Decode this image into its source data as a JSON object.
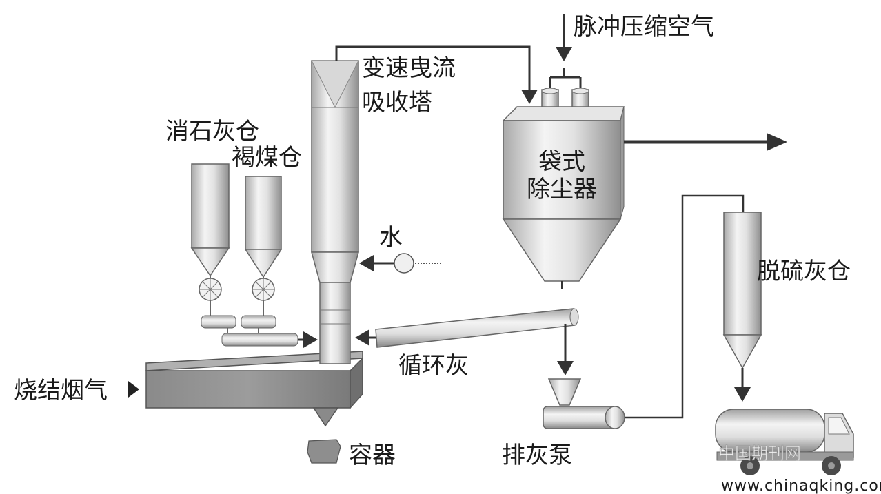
{
  "labels": {
    "absorber": [
      "变速曳流",
      "吸收塔"
    ],
    "pulse_air": "脉冲压缩空气",
    "lime_silo": "消石灰仓",
    "lignite_silo": "褐煤仓",
    "bag_filter": [
      "袋式",
      "除尘器"
    ],
    "water": "水",
    "desulf_ash_silo": "脱硫灰仓",
    "recycle_ash": "循环灰",
    "sinter_gas": "烧结烟气",
    "container": "容器",
    "ash_pump": "排灰泵"
  },
  "watermark": {
    "cn": "中国期刊网",
    "url": "www.chinaqking.com"
  }
}
